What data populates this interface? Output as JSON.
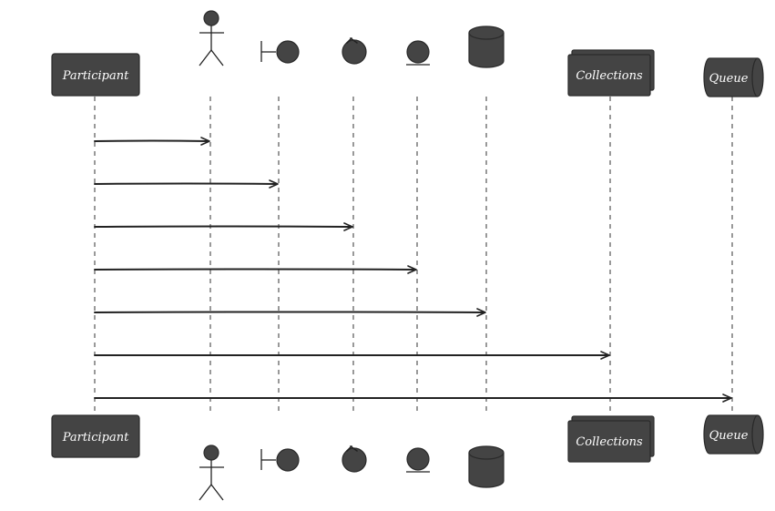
{
  "participants": [
    {
      "type": "participant",
      "label": "Participant"
    },
    {
      "type": "actor",
      "label": ""
    },
    {
      "type": "boundary",
      "label": ""
    },
    {
      "type": "control",
      "label": ""
    },
    {
      "type": "entity",
      "label": ""
    },
    {
      "type": "database",
      "label": ""
    },
    {
      "type": "collections",
      "label": "Collections"
    },
    {
      "type": "queue",
      "label": "Queue"
    }
  ],
  "messages": [
    {
      "from": 0,
      "to": 1,
      "label": ""
    },
    {
      "from": 0,
      "to": 2,
      "label": ""
    },
    {
      "from": 0,
      "to": 3,
      "label": ""
    },
    {
      "from": 0,
      "to": 4,
      "label": ""
    },
    {
      "from": 0,
      "to": 5,
      "label": ""
    },
    {
      "from": 0,
      "to": 6,
      "label": ""
    },
    {
      "from": 0,
      "to": 7,
      "label": ""
    }
  ],
  "colors": {
    "shape_fill": "#444444",
    "line": "#222222",
    "label_text": "#ffffff"
  }
}
